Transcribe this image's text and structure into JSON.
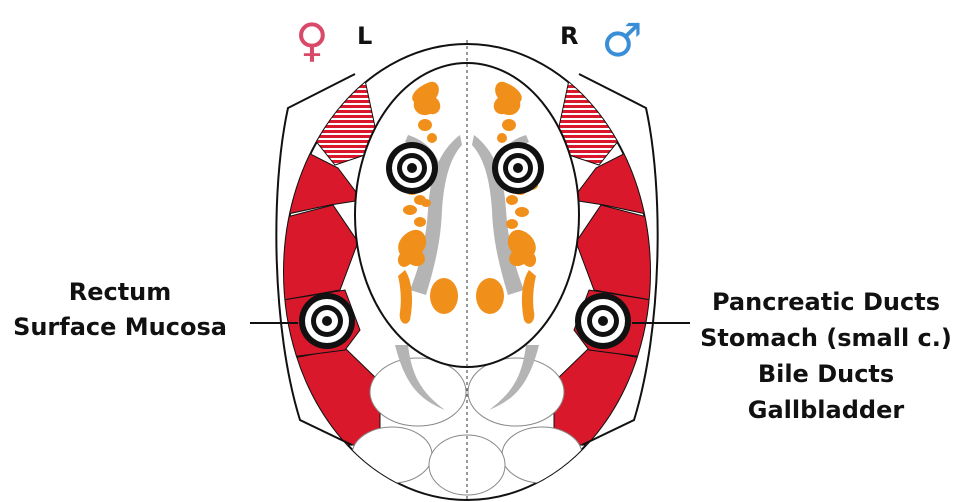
{
  "header": {
    "female_symbol": "♀",
    "male_symbol": "♂",
    "left_side": "L",
    "right_side": "R"
  },
  "labels": {
    "left": [
      "Rectum",
      "Surface Mucosa"
    ],
    "right": [
      "Pancreatic Ducts",
      "Stomach (small c.)",
      "Bile Ducts",
      "Gallbladder"
    ]
  },
  "colors": {
    "muscle": "#d9192b",
    "organ": "#f0901b",
    "bone": "#b4b4b4",
    "female": "#d94a6a",
    "male": "#3a8ed8",
    "outline": "#111111"
  },
  "icons": [
    "female-symbol-icon",
    "male-symbol-icon",
    "target-icon"
  ]
}
